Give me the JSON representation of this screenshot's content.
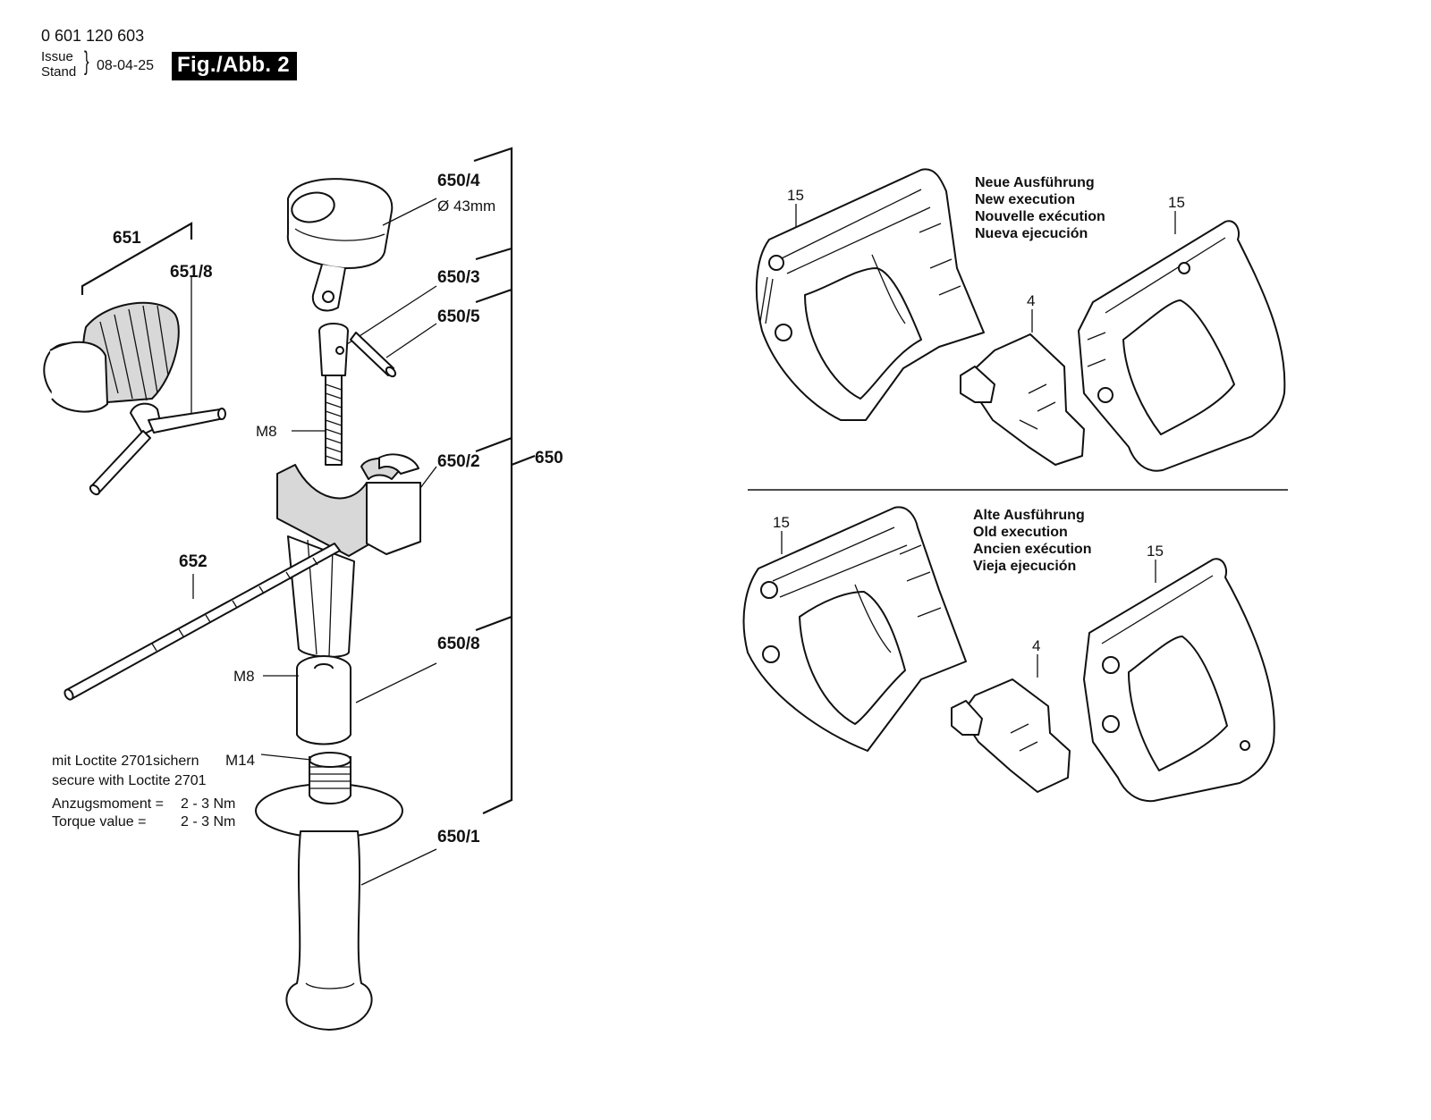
{
  "header": {
    "doc_number": "0 601 120 603",
    "issue_label_line1": "Issue",
    "issue_label_line2": "Stand",
    "brace": "}",
    "issue_date": "08-04-25",
    "figure_badge": "Fig./Abb. 2"
  },
  "left_assembly": {
    "labels": {
      "p650_4": "650/4",
      "p650_4_diameter": "Ø 43mm",
      "p650_3": "650/3",
      "p650_5": "650/5",
      "p650_2": "650/2",
      "p650": "650",
      "p650_8": "650/8",
      "p650_1": "650/1",
      "p651": "651",
      "p651_8": "651/8",
      "p652": "652",
      "m8_top": "M8",
      "m8_bottom": "M8",
      "m14": "M14"
    },
    "note": {
      "line1": "mit Loctite 2701sichern",
      "line2": "secure with Loctite 2701",
      "line3_label": "Anzugsmoment =",
      "line3_value": "2 - 3 Nm",
      "line4_label": "Torque value =",
      "line4_value": "2 - 3 Nm"
    }
  },
  "right_assembly": {
    "new_execution": {
      "lines": [
        "Neue Ausführung",
        "New execution",
        "Nouvelle exécution",
        "Nueva ejecución"
      ],
      "label_15_left": "15",
      "label_15_right": "15",
      "label_4": "4"
    },
    "old_execution": {
      "lines": [
        "Alte Ausführung",
        "Old execution",
        "Ancien exécution",
        "Vieja ejecución"
      ],
      "label_15_left": "15",
      "label_15_right": "15",
      "label_4": "4"
    }
  }
}
